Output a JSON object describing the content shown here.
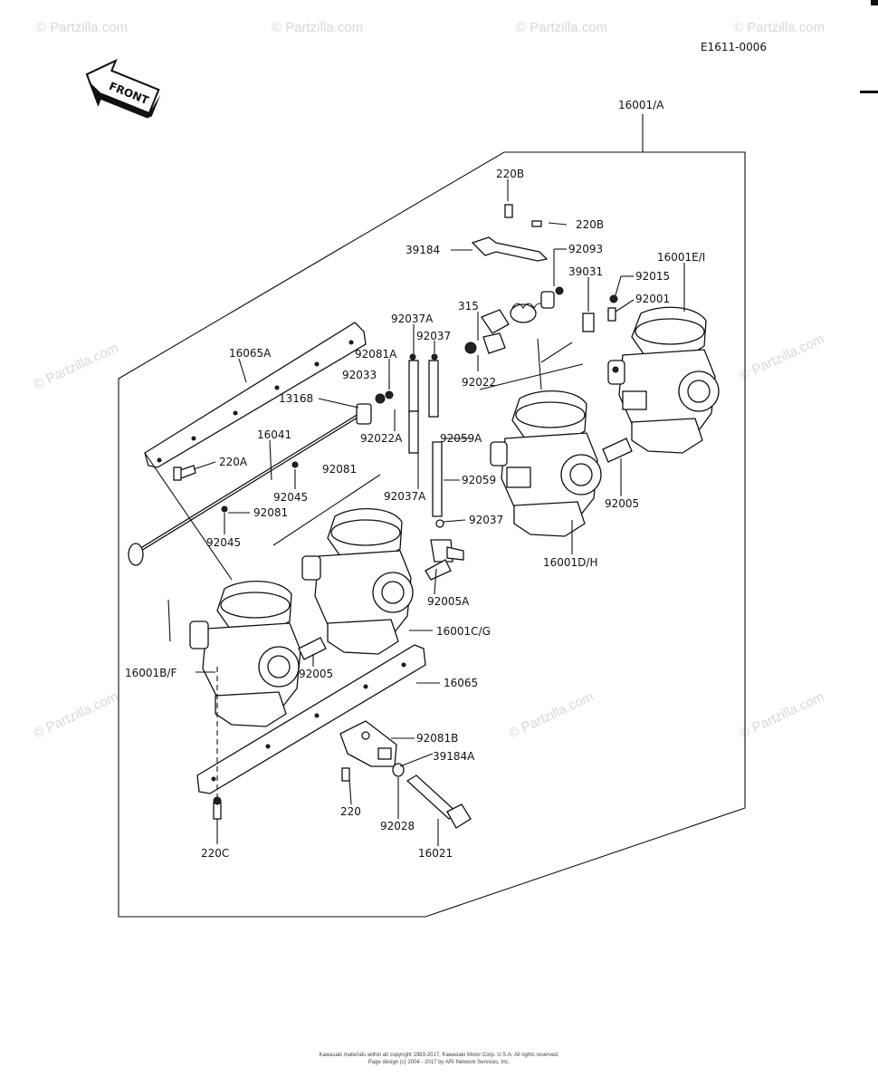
{
  "diagram": {
    "code": "E1611-0006",
    "front_label": "FRONT",
    "watermark": "© Partzilla.com",
    "footer": {
      "line1": "Kawasaki materials within all copyright 1983-2017, Kawasaki Motor Corp. U.S.A. All rights reserved.",
      "line2": "Page design (c) 2004 - 2017 by ARI Network Services, Inc."
    },
    "labels": {
      "p16001A": "16001/A",
      "p220B_1": "220B",
      "p220B_2": "220B",
      "p39184": "39184",
      "p92093": "92093",
      "p39031": "39031",
      "p16001EI": "16001E/I",
      "p92015": "92015",
      "p92001": "92001",
      "p315": "315",
      "p92022": "92022",
      "p92037A_1": "92037A",
      "p92037_1": "92037",
      "p92081A": "92081A",
      "p92033": "92033",
      "p13168": "13168",
      "p92022A": "92022A",
      "p92059A": "92059A",
      "p92059": "92059",
      "p16065A": "16065A",
      "p16041": "16041",
      "p220A": "220A",
      "p92081_1": "92081",
      "p92045_1": "92045",
      "p92081_2": "92081",
      "p92045_2": "92045",
      "p92037A_2": "92037A",
      "p92037_2": "92037",
      "p92005_1": "92005",
      "p16001DH": "16001D/H",
      "p92005A": "92005A",
      "p16001CG": "16001C/G",
      "p16001BF": "16001B/F",
      "p92005_2": "92005",
      "p16065": "16065",
      "p92081B": "92081B",
      "p39184A": "39184A",
      "p220": "220",
      "p92028": "92028",
      "p16021": "16021",
      "p220C": "220C"
    }
  }
}
